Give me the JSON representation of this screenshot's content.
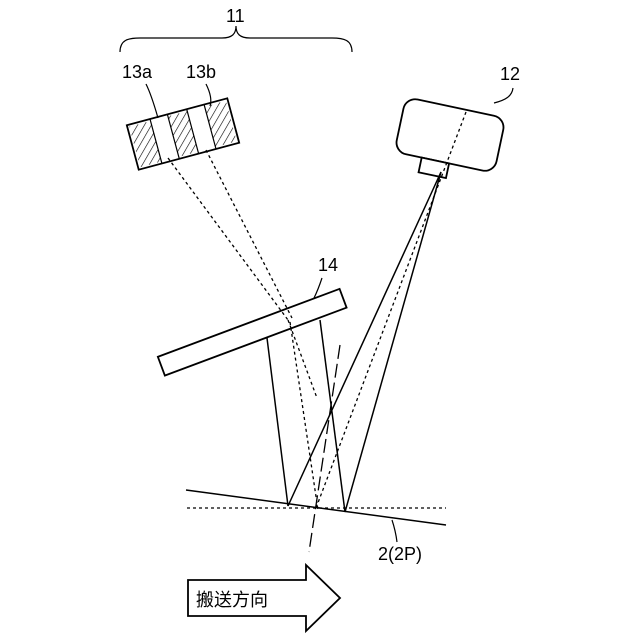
{
  "labels": {
    "group": "11",
    "light_a": "13a",
    "light_b": "13b",
    "camera": "12",
    "mirror": "14",
    "surface": "2(2P)",
    "direction": "搬送方向"
  }
}
